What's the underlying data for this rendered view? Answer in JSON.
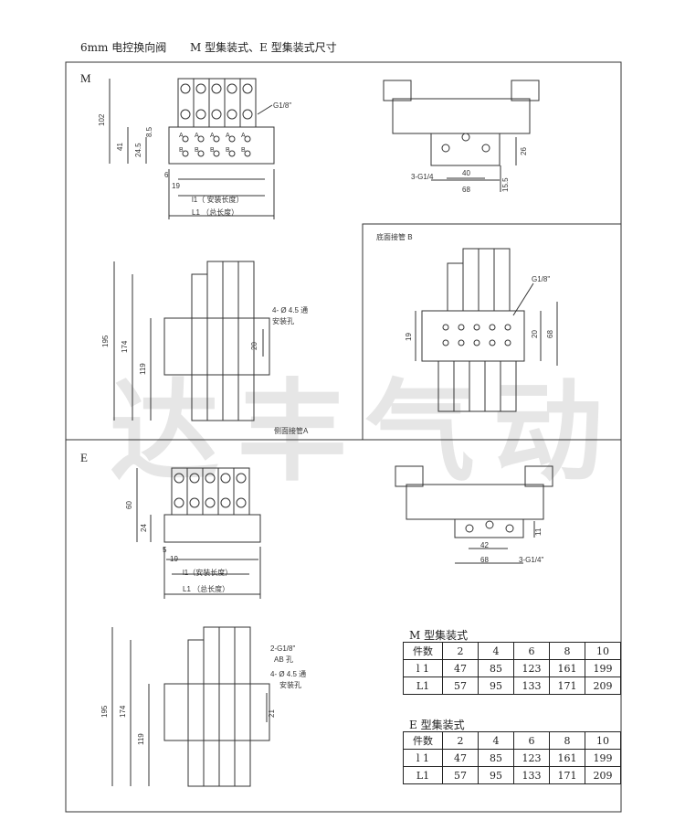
{
  "header": {
    "title_left": "6mm 电控换向阀",
    "title_right": "M 型集装式、E 型集装式尺寸"
  },
  "section_m": {
    "label": "M",
    "port_label": "G1/8\"",
    "dim_102": "102",
    "dim_41": "41",
    "dim_8_5": "8.5",
    "dim_24_5": "24.5",
    "dim_6": "6",
    "dim_19": "19",
    "dim_l1": "l1（ 安装长度）",
    "dim_L1": "L1 （总长度）",
    "side_port": "3-G1/4",
    "dim_40": "40",
    "dim_68": "68",
    "dim_15_5": "15.5",
    "dim_26": "26",
    "dim_195": "195",
    "dim_174": "174",
    "dim_119": "119",
    "dim_20": "20",
    "hole_label": "4- Ø 4.5 通",
    "hole_label2": "安装孔",
    "side_pipe": "侧面接管A",
    "bottom_pipe": "底面接管 B",
    "port_label_b": "G1/8\"",
    "dim_19b": "19",
    "dim_20b": "20",
    "dim_68b": "68"
  },
  "section_e": {
    "label": "E",
    "dim_60": "60",
    "dim_24": "24",
    "dim_5": "5",
    "dim_19": "19",
    "dim_l1": "l1（安装长度）",
    "dim_L1": "L1 （总长度）",
    "dim_11": "11",
    "dim_42": "42",
    "dim_68": "68",
    "side_port": "3-G1/4\"",
    "dim_195": "195",
    "dim_174": "174",
    "dim_119": "119",
    "dim_21": "21",
    "port_label": "2-G1/8\"",
    "port_label2": "AB 孔",
    "hole_label": "4- Ø 4.5 通",
    "hole_label2": "安装孔"
  },
  "table_m": {
    "caption": "M 型集装式",
    "rows": [
      [
        "件数",
        "2",
        "4",
        "6",
        "8",
        "10"
      ],
      [
        "l 1",
        "47",
        "85",
        "123",
        "161",
        "199"
      ],
      [
        "L1",
        "57",
        "95",
        "133",
        "171",
        "209"
      ]
    ]
  },
  "table_e": {
    "caption": "E 型集装式",
    "rows": [
      [
        "件数",
        "2",
        "4",
        "6",
        "8",
        "10"
      ],
      [
        "l 1",
        "47",
        "85",
        "123",
        "161",
        "199"
      ],
      [
        "L1",
        "57",
        "95",
        "133",
        "171",
        "209"
      ]
    ]
  },
  "watermark": "达丰气动"
}
